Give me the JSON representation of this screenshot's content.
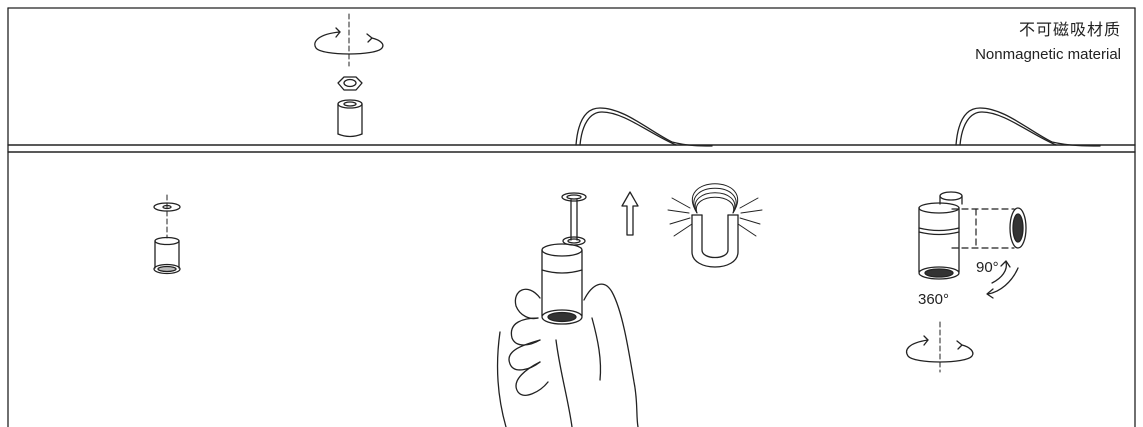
{
  "material_note": {
    "chinese": "不可磁吸材质",
    "english": "Nonmagnetic material"
  },
  "rotation_labels": {
    "tilt": "90°",
    "swivel": "360°"
  },
  "colors": {
    "line": "#222222",
    "background": "#ffffff"
  }
}
